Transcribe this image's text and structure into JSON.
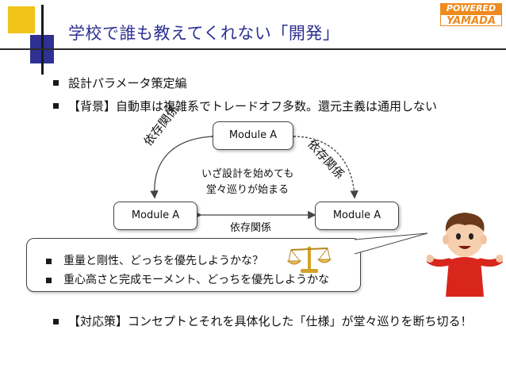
{
  "slide": {
    "title": "学校で誰も教えてくれない「開発」",
    "badge": {
      "line1": "POWERED BY",
      "line2": "YAMADA"
    },
    "bullets": [
      "設計パラメータ策定編",
      "【背景】自動車は複雑系でトレードオフ多数。還元主義は通用しない"
    ],
    "diagram": {
      "modules": [
        "Module A",
        "Module A",
        "Module A"
      ],
      "edge_labels": [
        "依存関係",
        "依存関係",
        "依存関係"
      ],
      "center_text": [
        "いざ設計を始めても",
        "堂々巡りが始まる"
      ]
    },
    "callout": [
      "重量と剛性、どっちを優先しようかな？",
      "重心高さと完成モーメント、どっちを優先しようかな"
    ],
    "last_bullet": "【対応策】コンセプトとそれを具体化した「仕様」が堂々巡りを断ち切る！"
  },
  "colors": {
    "title": "#2e3192",
    "accent_yellow": "#f2c318",
    "accent_blue": "#2e3192",
    "badge": "#ee8a1e"
  }
}
